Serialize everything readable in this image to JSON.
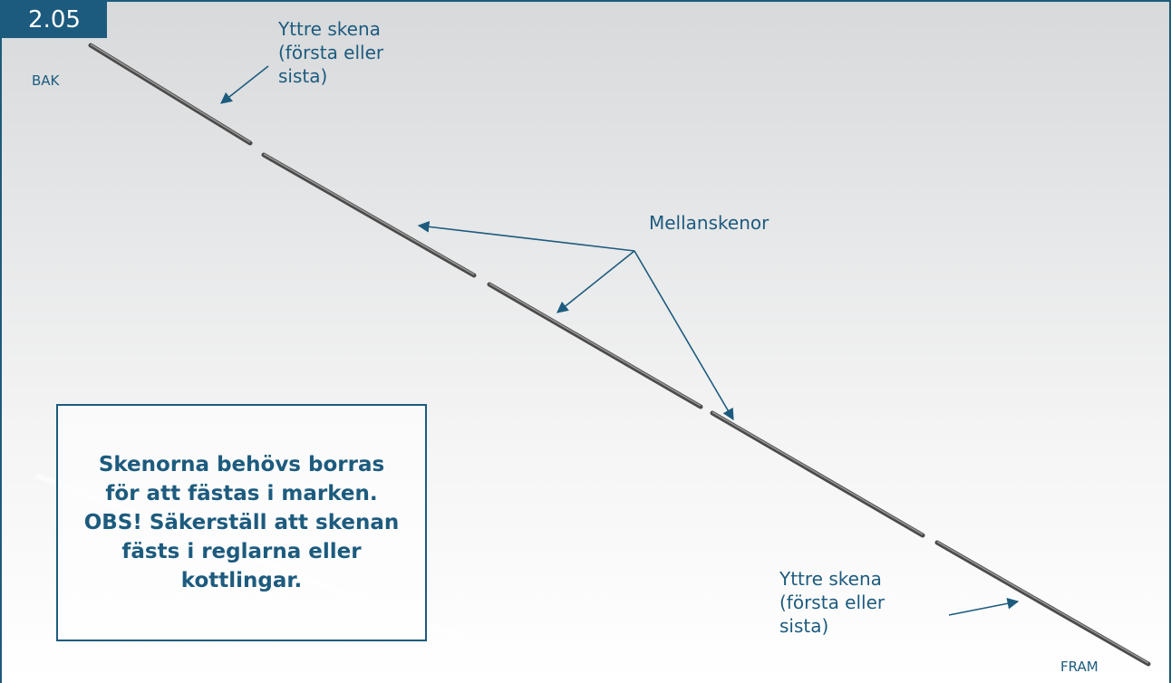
{
  "step_number": "2.05",
  "labels": {
    "back": "BAK",
    "front": "FRAM",
    "outer_rail_top": [
      "Yttre skena",
      "(första eller",
      "sista)"
    ],
    "middle_rails": "Mellanskenor",
    "outer_rail_bottom": [
      "Yttre skena",
      "(första eller",
      "sista)"
    ]
  },
  "note": "Skenorna behövs borras för att fästas i marken. OBS! Säkerställ att skenan fästs i reglarna eller kottlingar.",
  "colors": {
    "accent": "#1d5b7e",
    "rail": "#5a5a5a"
  }
}
